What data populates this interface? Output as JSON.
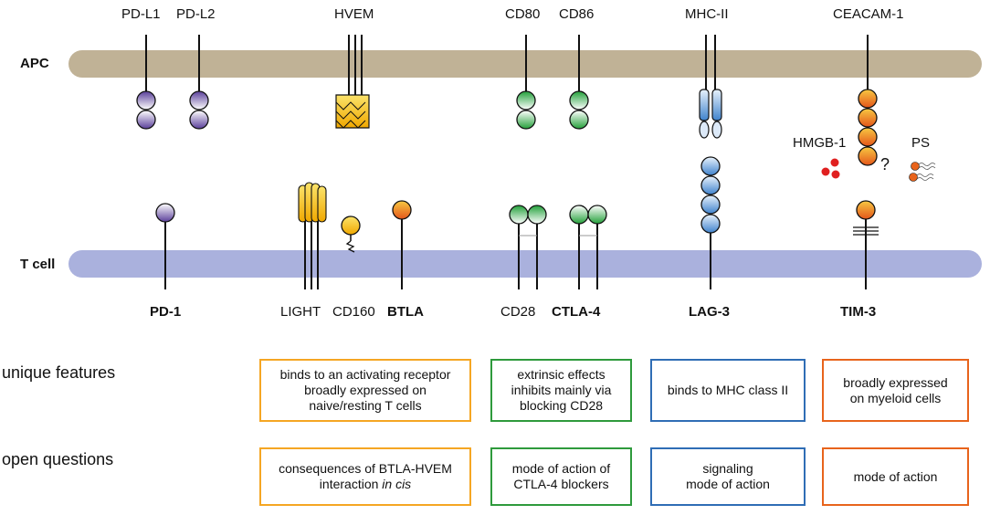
{
  "membranes": {
    "apc": "APC",
    "tcell": "T cell"
  },
  "ligands": {
    "pdl1": "PD-L1",
    "pdl2": "PD-L2",
    "hvem": "HVEM",
    "cd80": "CD80",
    "cd86": "CD86",
    "mhcii": "MHC-II",
    "ceacam1": "CEACAM-1"
  },
  "receptors": {
    "pd1": "PD-1",
    "light": "LIGHT",
    "cd160": "CD160",
    "btla": "BTLA",
    "cd28": "CD28",
    "ctla4": "CTLA-4",
    "lag3": "LAG-3",
    "tim3": "TIM-3"
  },
  "extra_ligands": {
    "hmgb1": "HMGB-1",
    "ps": "PS",
    "question": "?"
  },
  "rows": {
    "unique": "unique features",
    "open": "open questions"
  },
  "unique_features": {
    "btla": [
      "binds to an activating receptor",
      "broadly expressed on",
      "naive/resting T cells"
    ],
    "ctla4": [
      "extrinsic effects",
      "inhibits mainly via",
      "blocking CD28"
    ],
    "lag3": [
      "binds to MHC class II"
    ],
    "tim3": [
      "broadly expressed",
      "on myeloid cells"
    ]
  },
  "open_questions": {
    "btla": {
      "line1": "consequences of BTLA-HVEM",
      "line2_plain": "interaction ",
      "line2_italic": "in cis"
    },
    "ctla4": [
      "mode of action of",
      "CTLA-4 blockers"
    ],
    "lag3": [
      "signaling",
      "mode of action"
    ],
    "tim3": [
      "mode of action"
    ]
  },
  "colors": {
    "apc_membrane": "#c0b296",
    "tcell_membrane": "#aab1dd",
    "btla_box": "#f5a623",
    "ctla4_box": "#2e9a3c",
    "lag3_box": "#2f6db5",
    "tim3_box": "#e8641c",
    "purple": "#5a3f9a",
    "green": "#2a9a3a",
    "blue": "#5b92d0",
    "orange": "#e8641c",
    "yellow": "#f5c518",
    "red": "#e02020"
  }
}
